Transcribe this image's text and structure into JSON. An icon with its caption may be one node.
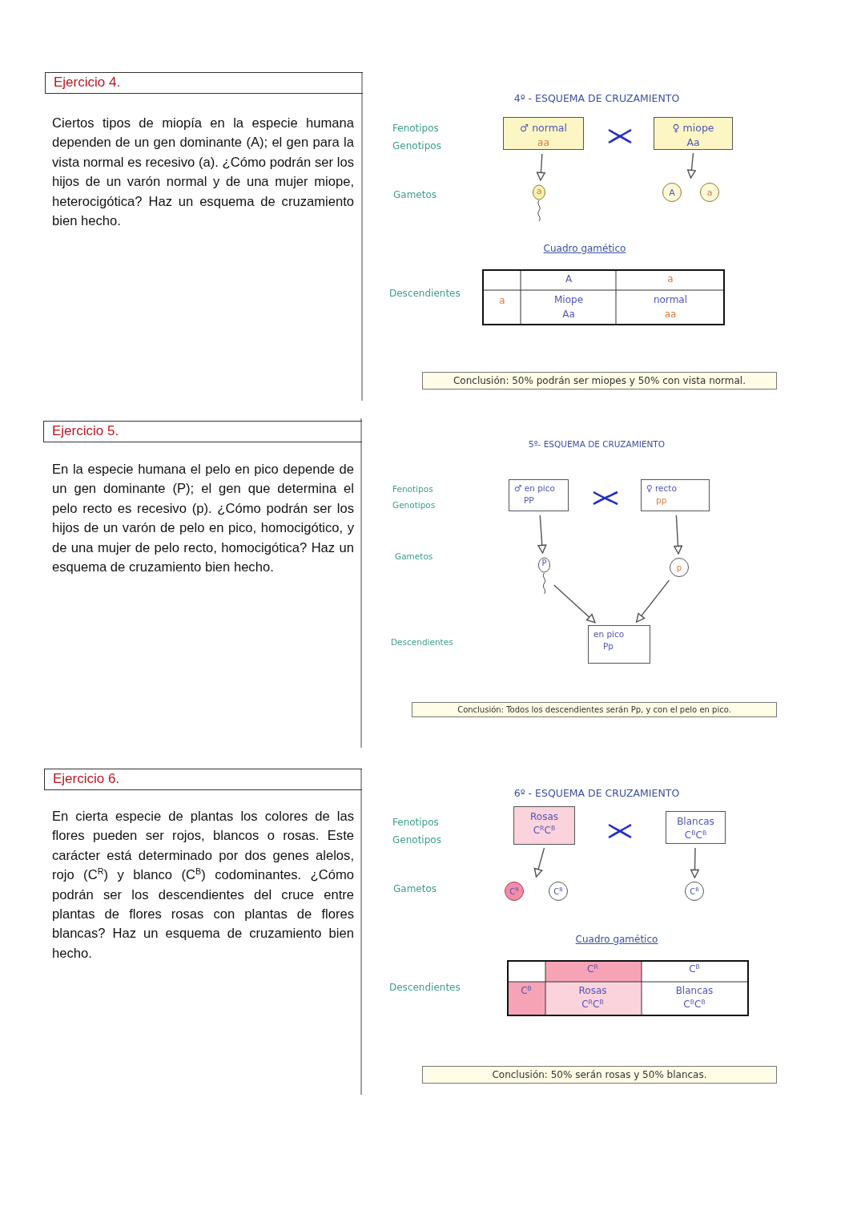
{
  "diagram": {
    "nodes": [
      {
        "text": [
          "Ejercicio 4."
        ]
      },
      {
        "text": [
          "♂ normal",
          "aa"
        ]
      },
      {
        "text": [
          "♀ miope",
          "Aa"
        ]
      },
      {
        "text": [
          "a"
        ]
      },
      {
        "text": [
          "A"
        ]
      },
      {
        "text": [
          "a"
        ]
      },
      {
        "text": [
          "Conclusión: 50% podrán ser miopes y 50% con vista normal."
        ]
      },
      {
        "text": [
          "Ejercicio 5."
        ]
      },
      {
        "text": [
          "♂ en pico",
          "PP"
        ]
      },
      {
        "text": [
          "♀ recto",
          "pp"
        ]
      },
      {
        "text": [
          "P"
        ]
      },
      {
        "text": [
          "p"
        ]
      },
      {
        "text": [
          "en pico",
          "Pp"
        ]
      },
      {
        "text": [
          "Conclusión: Todos los descendientes serán Pp, y con el pelo en pico."
        ]
      },
      {
        "text": [
          "Ejercicio 6."
        ]
      },
      {
        "text": [
          "Rosas",
          "C$^{R}$C$^{B}$"
        ]
      },
      {
        "text": [
          "Blancas",
          "C$^{B}$C$^{B}$"
        ]
      },
      {
        "text": [
          "C$^{R}$"
        ]
      },
      {
        "text": [
          "C$^{B}$"
        ]
      },
      {
        "text": [
          "C$^{B}$"
        ]
      },
      {
        "text": [
          "Conclusión: 50% serán rosas y 50% blancas."
        ]
      }
    ],
    "edges": [
      {
        "from": 1,
        "to": 3,
        "arrow": "to"
      },
      {
        "from": 2,
        "to": 4,
        "arrow": "to"
      },
      {
        "from": 2,
        "to": 5,
        "arrow": "to"
      },
      {
        "from": 8,
        "to": 10,
        "arrow": "to"
      },
      {
        "from": 9,
        "to": 11,
        "arrow": "to"
      },
      {
        "from": 10,
        "to": 12,
        "arrow": "to"
      },
      {
        "from": 11,
        "to": 12,
        "arrow": "to"
      },
      {
        "from": 15,
        "to": 17,
        "arrow": "to"
      },
      {
        "from": 15,
        "to": 18,
        "arrow": "to"
      },
      {
        "from": 16,
        "to": 19,
        "arrow": "to"
      }
    ],
    "labels": [
      "Ciertos tipos de miopía en la especie humana dependen de un gen dominante (A); el gen para la vista normal es recesivo (a). ¿Cómo podrán ser los hijos de un varón normal y de una mujer miope, heterocigótica? Haz un esquema de cruzamiento bien hecho.",
      "4º - ESQUEMA DE CRUZAMIENTO",
      "Fenotipos",
      "Genotipos",
      "Gametos",
      "Cuadro gamético",
      "Descendientes",
      "A",
      "a",
      "a",
      "Miope",
      "Aa",
      "normal",
      "aa",
      "En la especie humana el pelo en pico depende de un gen dominante (P); el gen que determina el pelo recto es recesivo (p). ¿Cómo podrán ser los hijos de un varón de pelo en pico, homocigótico, y de una mujer de pelo recto, homocigótica? Haz un esquema de cruzamiento bien hecho.",
      "5º- ESQUEMA DE CRUZAMIENTO",
      "Fenotipos",
      "Genotipos",
      "Gametos",
      "Descendientes",
      "En cierta especie de plantas los colores de las flores pueden ser rojos, blancos o rosas. Este carácter está determinado por dos genes alelos, rojo (C$^{R}$) y blanco (C$^{B}$) codominantes. ¿Cómo podrán ser los descendientes del cruce entre plantas de flores rosas con plantas de flores blancas? Haz un esquema de cruzamiento bien hecho.",
      "6º - ESQUEMA DE CRUZAMIENTO",
      "Fenotipos",
      "Genotipos",
      "Gametos",
      "Cuadro gamético",
      "Descendientes",
      "C$^{R}$",
      "C$^{B}$",
      "C$^{B}$",
      "Rosas",
      "C$^{R}$C$^{B}$",
      "Blancas",
      "C$^{B}$C$^{B}$"
    ]
  }
}
